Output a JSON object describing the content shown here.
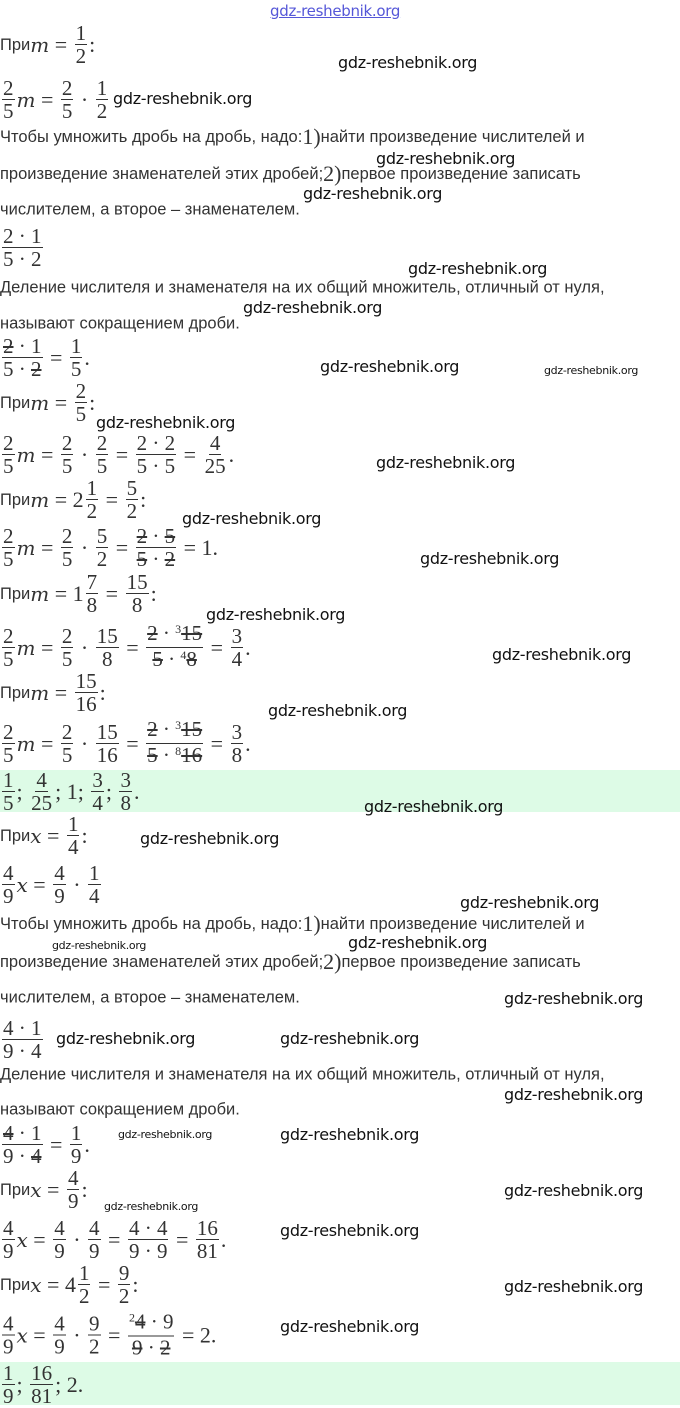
{
  "watermark": "gdz-reshebnik.org",
  "colors": {
    "answer_bg": "#ddfbe6",
    "top_link": "#5557d8"
  },
  "lines": [
    [
      {
        "t": "При "
      },
      {
        "v": "m"
      },
      {
        "o": " = "
      },
      {
        "f": {
          "n": [
            "1"
          ],
          "d": [
            "2"
          ]
        }
      },
      {
        "o": ":"
      }
    ],
    [
      {
        "f": {
          "n": [
            "2"
          ],
          "d": [
            "5"
          ]
        }
      },
      {
        "v": "m"
      },
      {
        "o": " = "
      },
      {
        "f": {
          "n": [
            "2"
          ],
          "d": [
            "5"
          ]
        }
      },
      {
        "o": " · "
      },
      {
        "f": {
          "n": [
            "1"
          ],
          "d": [
            "2"
          ]
        }
      }
    ],
    [
      {
        "t": "Чтобы умножить дробь на дробь, надо: "
      },
      {
        "o": "1)"
      },
      {
        "t": " найти произведение числителей и"
      }
    ],
    [
      {
        "t": "произведение знаменателей этих дробей; "
      },
      {
        "o": "2)"
      },
      {
        "t": " первое произведение записать"
      }
    ],
    [
      {
        "t": "числителем, а второе – знаменателем."
      }
    ],
    [
      {
        "f": {
          "n": [
            "2 · 1"
          ],
          "d": [
            "5 · 2"
          ]
        }
      }
    ],
    [
      {
        "t": "Деление числителя и знаменателя на их общий множитель, отличный от нуля,"
      }
    ],
    [
      {
        "t": "называют сокращением дроби."
      }
    ],
    [
      {
        "f": {
          "n": [
            {
              "x": "2"
            },
            " · 1"
          ],
          "d": [
            "5 · ",
            {
              "x": "2"
            }
          ]
        }
      },
      {
        "o": " = "
      },
      {
        "f": {
          "n": [
            "1"
          ],
          "d": [
            "5"
          ]
        }
      },
      {
        "o": "."
      }
    ],
    [
      {
        "t": "При "
      },
      {
        "v": "m"
      },
      {
        "o": " = "
      },
      {
        "f": {
          "n": [
            "2"
          ],
          "d": [
            "5"
          ]
        }
      },
      {
        "o": ":"
      }
    ],
    [
      {
        "f": {
          "n": [
            "2"
          ],
          "d": [
            "5"
          ]
        }
      },
      {
        "v": "m"
      },
      {
        "o": " = "
      },
      {
        "f": {
          "n": [
            "2"
          ],
          "d": [
            "5"
          ]
        }
      },
      {
        "o": " · "
      },
      {
        "f": {
          "n": [
            "2"
          ],
          "d": [
            "5"
          ]
        }
      },
      {
        "o": " = "
      },
      {
        "f": {
          "n": [
            "2 · 2"
          ],
          "d": [
            "5 · 5"
          ]
        }
      },
      {
        "o": " = "
      },
      {
        "f": {
          "n": [
            "4"
          ],
          "d": [
            "25"
          ]
        }
      },
      {
        "o": "."
      }
    ],
    [
      {
        "t": "При "
      },
      {
        "v": "m"
      },
      {
        "o": " = 2"
      },
      {
        "f": {
          "n": [
            "1"
          ],
          "d": [
            "2"
          ]
        }
      },
      {
        "o": " = "
      },
      {
        "f": {
          "n": [
            "5"
          ],
          "d": [
            "2"
          ]
        }
      },
      {
        "o": ":"
      }
    ],
    [
      {
        "f": {
          "n": [
            "2"
          ],
          "d": [
            "5"
          ]
        }
      },
      {
        "v": "m"
      },
      {
        "o": " = "
      },
      {
        "f": {
          "n": [
            "2"
          ],
          "d": [
            "5"
          ]
        }
      },
      {
        "o": " · "
      },
      {
        "f": {
          "n": [
            "5"
          ],
          "d": [
            "2"
          ]
        }
      },
      {
        "o": " = "
      },
      {
        "f": {
          "n": [
            {
              "x": "2"
            },
            " · ",
            {
              "x": "5"
            }
          ],
          "d": [
            {
              "x": "5"
            },
            " · ",
            {
              "x": "2"
            }
          ]
        }
      },
      {
        "o": " = 1."
      }
    ],
    [
      {
        "t": "При "
      },
      {
        "v": "m"
      },
      {
        "o": " = 1"
      },
      {
        "f": {
          "n": [
            "7"
          ],
          "d": [
            "8"
          ]
        }
      },
      {
        "o": " = "
      },
      {
        "f": {
          "n": [
            "15"
          ],
          "d": [
            "8"
          ]
        }
      },
      {
        "o": ":"
      }
    ],
    [
      {
        "f": {
          "n": [
            "2"
          ],
          "d": [
            "5"
          ]
        }
      },
      {
        "v": "m"
      },
      {
        "o": " = "
      },
      {
        "f": {
          "n": [
            "2"
          ],
          "d": [
            "5"
          ]
        }
      },
      {
        "o": " · "
      },
      {
        "f": {
          "n": [
            "15"
          ],
          "d": [
            "8"
          ]
        }
      },
      {
        "o": " = "
      },
      {
        "f": {
          "n": [
            {
              "x": "2"
            },
            " · ",
            {
              "sup": "3"
            },
            {
              "x": "15"
            }
          ],
          "d": [
            {
              "x": "5"
            },
            " · ",
            {
              "sup": "4"
            },
            {
              "x": "8"
            }
          ]
        }
      },
      {
        "o": " = "
      },
      {
        "f": {
          "n": [
            "3"
          ],
          "d": [
            "4"
          ]
        }
      },
      {
        "o": "."
      }
    ],
    [
      {
        "t": "При "
      },
      {
        "v": "m"
      },
      {
        "o": " = "
      },
      {
        "f": {
          "n": [
            "15"
          ],
          "d": [
            "16"
          ]
        }
      },
      {
        "o": ":"
      }
    ],
    [
      {
        "f": {
          "n": [
            "2"
          ],
          "d": [
            "5"
          ]
        }
      },
      {
        "v": "m"
      },
      {
        "o": " = "
      },
      {
        "f": {
          "n": [
            "2"
          ],
          "d": [
            "5"
          ]
        }
      },
      {
        "o": " · "
      },
      {
        "f": {
          "n": [
            "15"
          ],
          "d": [
            "16"
          ]
        }
      },
      {
        "o": " = "
      },
      {
        "f": {
          "n": [
            {
              "x": "2"
            },
            " · ",
            {
              "sup": "3"
            },
            {
              "x": "15"
            }
          ],
          "d": [
            {
              "x": "5"
            },
            " · ",
            {
              "sup": "8"
            },
            {
              "x": "16"
            }
          ]
        }
      },
      {
        "o": " = "
      },
      {
        "f": {
          "n": [
            "3"
          ],
          "d": [
            "8"
          ]
        }
      },
      {
        "o": "."
      }
    ],
    [
      {
        "f": {
          "n": [
            "1"
          ],
          "d": [
            "5"
          ]
        }
      },
      {
        "o": "; "
      },
      {
        "f": {
          "n": [
            "4"
          ],
          "d": [
            "25"
          ]
        }
      },
      {
        "o": "; 1; "
      },
      {
        "f": {
          "n": [
            "3"
          ],
          "d": [
            "4"
          ]
        }
      },
      {
        "o": "; "
      },
      {
        "f": {
          "n": [
            "3"
          ],
          "d": [
            "8"
          ]
        }
      },
      {
        "o": "."
      }
    ],
    [
      {
        "t": "При "
      },
      {
        "v": "x"
      },
      {
        "o": " = "
      },
      {
        "f": {
          "n": [
            "1"
          ],
          "d": [
            "4"
          ]
        }
      },
      {
        "o": ":"
      }
    ],
    [
      {
        "f": {
          "n": [
            "4"
          ],
          "d": [
            "9"
          ]
        }
      },
      {
        "v": "x"
      },
      {
        "o": " = "
      },
      {
        "f": {
          "n": [
            "4"
          ],
          "d": [
            "9"
          ]
        }
      },
      {
        "o": " · "
      },
      {
        "f": {
          "n": [
            "1"
          ],
          "d": [
            "4"
          ]
        }
      }
    ],
    [
      {
        "t": "Чтобы умножить дробь на дробь, надо: "
      },
      {
        "o": "1)"
      },
      {
        "t": " найти произведение числителей и"
      }
    ],
    [
      {
        "t": "произведение знаменателей этих дробей; "
      },
      {
        "o": "2)"
      },
      {
        "t": " первое произведение записать"
      }
    ],
    [
      {
        "t": "числителем, а второе – знаменателем."
      }
    ],
    [
      {
        "f": {
          "n": [
            "4 · 1"
          ],
          "d": [
            "9 · 4"
          ]
        }
      }
    ],
    [
      {
        "t": "Деление числителя и знаменателя на их общий множитель, отличный от нуля,"
      }
    ],
    [
      {
        "t": "называют сокращением дроби."
      }
    ],
    [
      {
        "f": {
          "n": [
            {
              "x": "4"
            },
            " · 1"
          ],
          "d": [
            "9 · ",
            {
              "x": "4"
            }
          ]
        }
      },
      {
        "o": " = "
      },
      {
        "f": {
          "n": [
            "1"
          ],
          "d": [
            "9"
          ]
        }
      },
      {
        "o": "."
      }
    ],
    [
      {
        "t": "При "
      },
      {
        "v": "x"
      },
      {
        "o": " = "
      },
      {
        "f": {
          "n": [
            "4"
          ],
          "d": [
            "9"
          ]
        }
      },
      {
        "o": ":"
      }
    ],
    [
      {
        "f": {
          "n": [
            "4"
          ],
          "d": [
            "9"
          ]
        }
      },
      {
        "v": "x"
      },
      {
        "o": " = "
      },
      {
        "f": {
          "n": [
            "4"
          ],
          "d": [
            "9"
          ]
        }
      },
      {
        "o": " · "
      },
      {
        "f": {
          "n": [
            "4"
          ],
          "d": [
            "9"
          ]
        }
      },
      {
        "o": " = "
      },
      {
        "f": {
          "n": [
            "4 · 4"
          ],
          "d": [
            "9 · 9"
          ]
        }
      },
      {
        "o": " = "
      },
      {
        "f": {
          "n": [
            "16"
          ],
          "d": [
            "81"
          ]
        }
      },
      {
        "o": "."
      }
    ],
    [
      {
        "t": "При "
      },
      {
        "v": "x"
      },
      {
        "o": " = 4"
      },
      {
        "f": {
          "n": [
            "1"
          ],
          "d": [
            "2"
          ]
        }
      },
      {
        "o": " = "
      },
      {
        "f": {
          "n": [
            "9"
          ],
          "d": [
            "2"
          ]
        }
      },
      {
        "o": ":"
      }
    ],
    [
      {
        "f": {
          "n": [
            "4"
          ],
          "d": [
            "9"
          ]
        }
      },
      {
        "v": "x"
      },
      {
        "o": " = "
      },
      {
        "f": {
          "n": [
            "4"
          ],
          "d": [
            "9"
          ]
        }
      },
      {
        "o": " · "
      },
      {
        "f": {
          "n": [
            "9"
          ],
          "d": [
            "2"
          ]
        }
      },
      {
        "o": " = "
      },
      {
        "f": {
          "n": [
            {
              "sup": "2"
            },
            {
              "x": "4"
            },
            " · 9"
          ],
          "d": [
            {
              "x": "9"
            },
            " · ",
            {
              "x": "2"
            }
          ]
        }
      },
      {
        "o": " = 2."
      }
    ],
    [
      {
        "f": {
          "n": [
            "1"
          ],
          "d": [
            "9"
          ]
        }
      },
      {
        "o": "; "
      },
      {
        "f": {
          "n": [
            "16"
          ],
          "d": [
            "81"
          ]
        }
      },
      {
        "o": "; 2."
      }
    ]
  ]
}
